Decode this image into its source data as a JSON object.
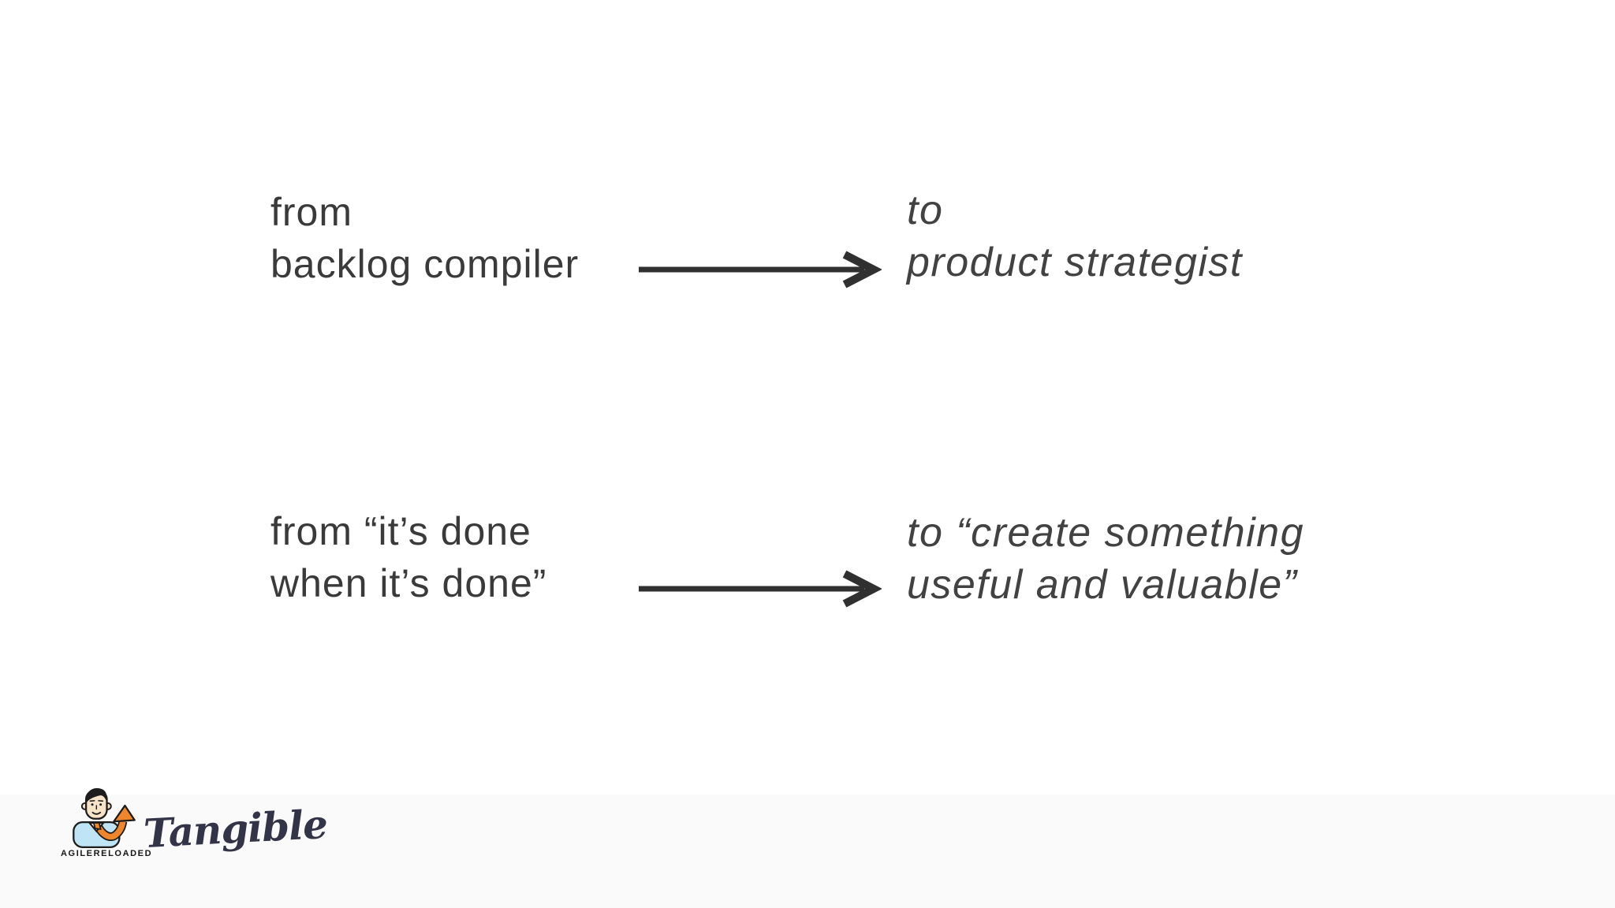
{
  "slide": {
    "rows": [
      {
        "from_line1": "from",
        "from_line2": "backlog compiler",
        "to_line1": "to",
        "to_line2": "product strategist"
      },
      {
        "from_line1": "from “it’s done",
        "from_line2": "when it’s done”",
        "to_line1": "to “create something",
        "to_line2": "useful and valuable”"
      }
    ],
    "colors": {
      "background": "#ffffff",
      "footer_strip": "#fafafa",
      "from_text": "#3a3a3a",
      "to_text": "#424242",
      "arrow": "#303030",
      "agile_orange": "#f0862b",
      "agile_shirt_blue": "#bfe4f5",
      "agile_face_beige": "#f6e3c8",
      "tangible_navy": "#333448"
    },
    "icons": {
      "transform_arrow": "right-arrow",
      "agilereloaded_mark": "person-with-orange-arrow"
    },
    "footer": {
      "agilereloaded_label": "AGILERELOADED",
      "tangible_label": "Tangible"
    }
  }
}
